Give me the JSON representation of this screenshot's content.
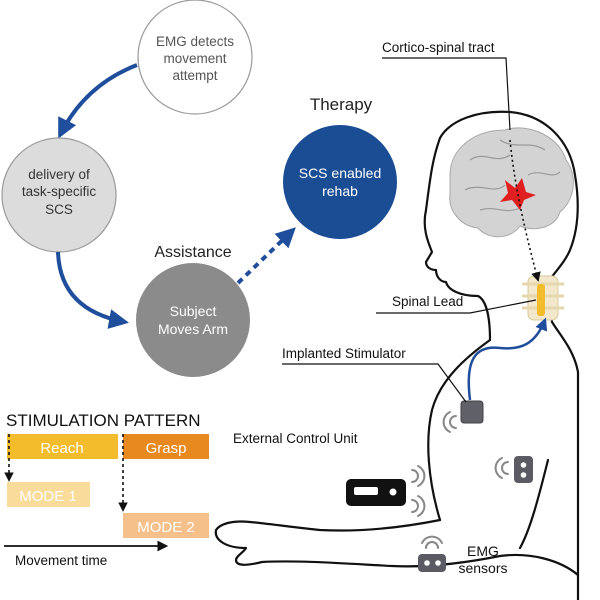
{
  "cycle": {
    "emg_node": [
      "EMG detects",
      "movement",
      "attempt"
    ],
    "delivery_node": [
      "delivery of",
      "task-specific",
      "SCS"
    ],
    "assistance_label": "Assistance",
    "subject_node": [
      "Subject",
      "Moves Arm"
    ],
    "therapy_label": "Therapy",
    "therapy_node": [
      "SCS enabled",
      "rehab"
    ]
  },
  "anatomy": {
    "corticospinal": "Cortico-spinal tract",
    "spinal_lead": "Spinal Lead",
    "implanted_stimulator": "Implanted Stimulator",
    "external_control_unit": "External Control Unit",
    "emg_sensors": [
      "EMG",
      "sensors"
    ]
  },
  "stimulation": {
    "title": "STIMULATION PATTERN",
    "reach": "Reach",
    "grasp": "Grasp",
    "mode1": "MODE 1",
    "mode2": "MODE 2",
    "movement_time": "Movement time"
  },
  "colors": {
    "blue_arrow": "#1f4e9c",
    "therapy_fill": "#1a4d94",
    "subject_fill": "#8b8b8b",
    "delivery_fill": "#dcdcdc",
    "reach_fill": "#f2bc2c",
    "grasp_fill": "#e8891f",
    "mode1_fill": "#f9dc9a",
    "mode2_fill": "#f6c08b",
    "brain_target": "#e02020"
  }
}
